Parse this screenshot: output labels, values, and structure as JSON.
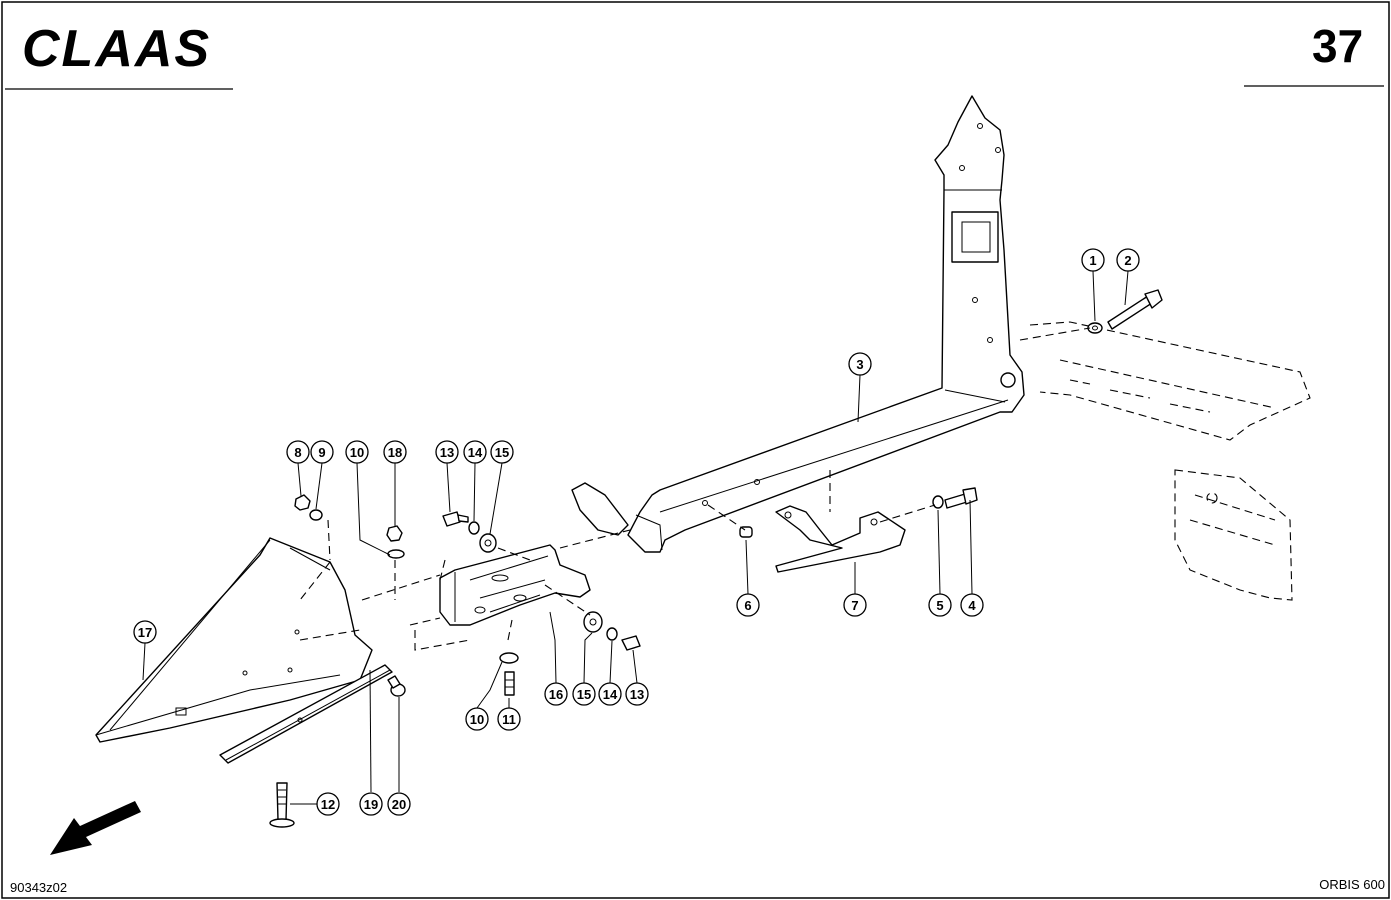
{
  "header": {
    "brand": "CLAAS",
    "page_number": "37"
  },
  "footer": {
    "drawing_id": "90343z02",
    "model": "ORBIS 600"
  },
  "callouts": [
    {
      "label": "1"
    },
    {
      "label": "2"
    },
    {
      "label": "3"
    },
    {
      "label": "4"
    },
    {
      "label": "5"
    },
    {
      "label": "6"
    },
    {
      "label": "7"
    },
    {
      "label": "8"
    },
    {
      "label": "9"
    },
    {
      "label": "10"
    },
    {
      "label": "18"
    },
    {
      "label": "13"
    },
    {
      "label": "14"
    },
    {
      "label": "15"
    },
    {
      "label": "17"
    },
    {
      "label": "16"
    },
    {
      "label": "15"
    },
    {
      "label": "14"
    },
    {
      "label": "13"
    },
    {
      "label": "10"
    },
    {
      "label": "11"
    },
    {
      "label": "12"
    },
    {
      "label": "19"
    },
    {
      "label": "20"
    }
  ]
}
